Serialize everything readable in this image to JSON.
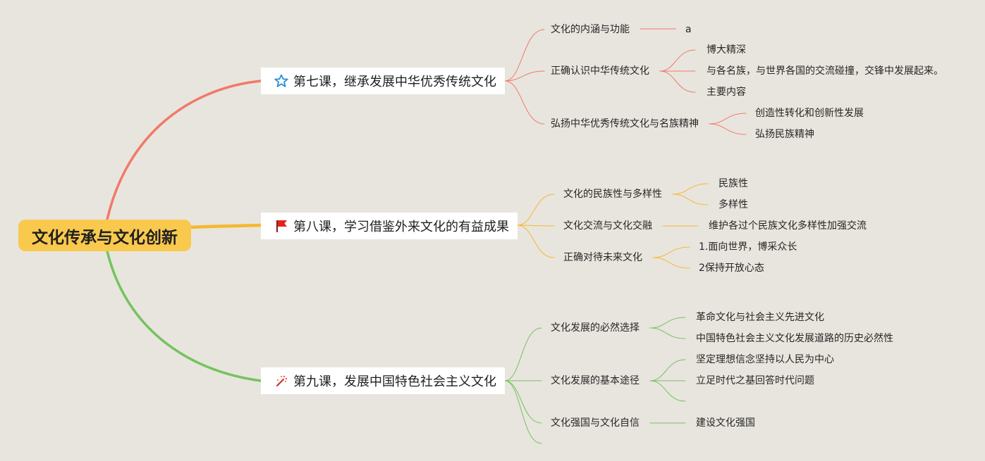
{
  "root": {
    "label": "文化传承与文化创新"
  },
  "lessons": [
    {
      "label": "第七课，继承发展中华优秀传统文化",
      "icon": "star-icon",
      "color": "#f07a6a",
      "topics": [
        {
          "label": "文化的内涵与功能",
          "children": [
            "a"
          ]
        },
        {
          "label": "正确认识中华传统文化",
          "children": [
            "博大精深",
            "与各名族，与世界各国的交流碰撞，交锋中发展起来。",
            "主要内容"
          ]
        },
        {
          "label": "弘扬中华优秀传统文化与名族精神",
          "children": [
            "创造性转化和创新性发展",
            "弘扬民族精神"
          ]
        }
      ]
    },
    {
      "label": "第八课，学习借鉴外来文化的有益成果",
      "icon": "red-flag-icon",
      "color": "#f6b82e",
      "topics": [
        {
          "label": "文化的民族性与多样性",
          "children": [
            "民族性",
            "多样性"
          ]
        },
        {
          "label": "文化交流与文化交融",
          "children": [
            "维护各过个民族文化多样性加强交流"
          ]
        },
        {
          "label": "正确对待未来文化",
          "children": [
            "1.面向世界，博采众长",
            "2保持开放心态"
          ]
        }
      ]
    },
    {
      "label": "第九课，发展中国特色社会主义文化",
      "icon": "fireworks-icon",
      "color": "#74c35e",
      "topics": [
        {
          "label": "文化发展的必然选择",
          "children": [
            "革命文化与社会主义先进文化",
            "中国特色社会主义文化发展道路的历史必然性"
          ]
        },
        {
          "label": "文化发展的基本途径",
          "children": [
            "坚定理想信念坚持以人民为中心",
            "立足时代之基回答时代问题",
            ""
          ]
        },
        {
          "label": "文化强国与文化自信",
          "children": [
            "建设文化强国"
          ]
        },
        {
          "label": "",
          "children": []
        }
      ]
    }
  ]
}
